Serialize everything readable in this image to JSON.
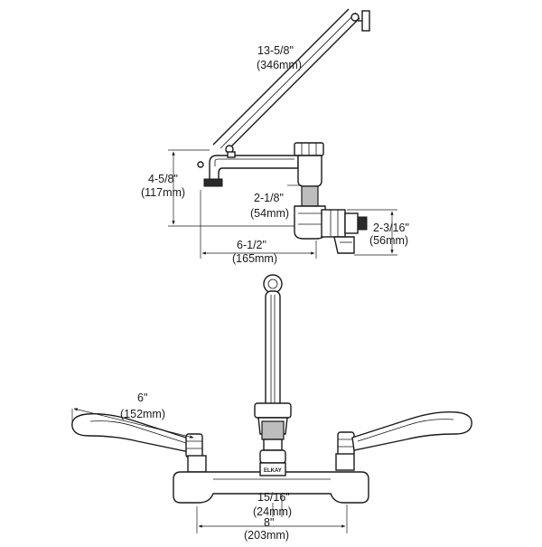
{
  "dimensions": {
    "spout_length": {
      "imperial": "13-5/8\"",
      "metric": "(346mm)"
    },
    "spout_height": {
      "imperial": "4-5/8\"",
      "metric": "(117mm)"
    },
    "body_offset": {
      "imperial": "2-1/8\"",
      "metric": "(54mm)"
    },
    "outlet_reach": {
      "imperial": "6-1/2\"",
      "metric": "(165mm)"
    },
    "inlet_offset": {
      "imperial": "2-3/16\"",
      "metric": "(56mm)"
    },
    "handle_length": {
      "imperial": "6\"",
      "metric": "(152mm)"
    },
    "center_offset": {
      "imperial": "15/16\"",
      "metric": "(24mm)"
    },
    "centers": {
      "imperial": "8\"",
      "metric": "(203mm)"
    }
  },
  "brand_mark": "ELKAY"
}
